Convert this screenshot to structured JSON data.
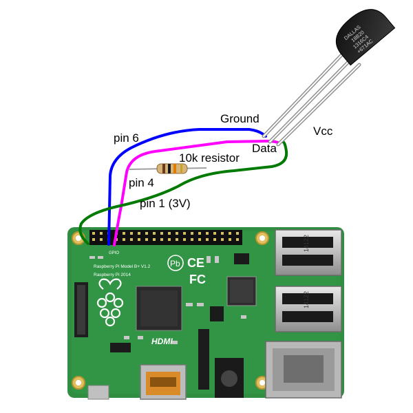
{
  "labels": {
    "ground": "Ground",
    "vcc": "Vcc",
    "data": "Data",
    "pin6": "pin 6",
    "resistor": "10k resistor",
    "pin4": "pin 4",
    "pin1": "pin 1 (3V)"
  },
  "sensor": {
    "text_lines": [
      "DALLAS",
      "18B20",
      "1316C4",
      "+671AC"
    ]
  },
  "board": {
    "model": "Raspberry Pi Model B+ V1.2",
    "copyright": "Raspberry Pi 2014",
    "gpio": "GPIO",
    "hdmi": "HDMI",
    "usb_label": "14122",
    "ce_mark": "CE",
    "fcc_mark": "FC",
    "pb_mark": "Pb"
  },
  "colors": {
    "wire_ground": "#0000ff",
    "wire_data": "#ff00ff",
    "wire_vcc": "#007a00",
    "pcb": "#2e8b3e",
    "sensor_body": "#1c1c1c"
  }
}
